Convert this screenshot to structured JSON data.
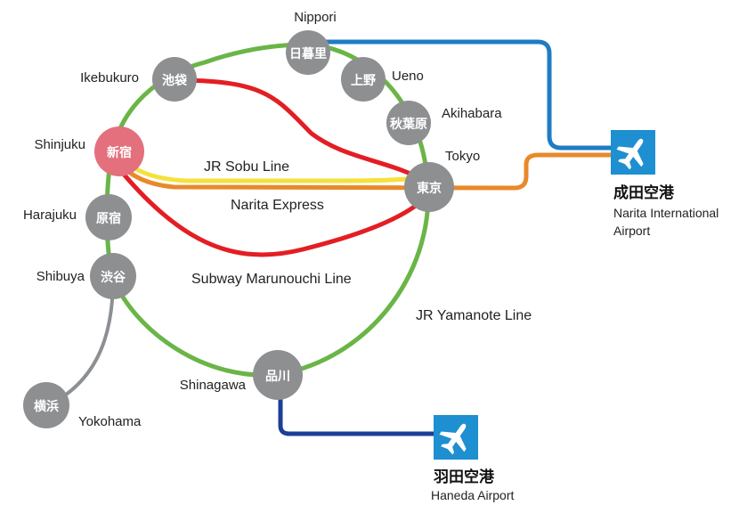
{
  "colors": {
    "yamanote": "#6ab547",
    "sobu": "#f5e13c",
    "narita_express": "#e8892a",
    "marunouchi": "#e31e24",
    "narita_link": "#1f7cc4",
    "haneda_link": "#1d3e96",
    "yokohama_link": "#8c8f93",
    "station": "#8e8f91",
    "shinjuku_station": "#e3707c",
    "airport_icon": "#1e8fd0"
  },
  "stations": {
    "nippori": {
      "jp": "日暮里",
      "en": "Nippori"
    },
    "ikebukuro": {
      "jp": "池袋",
      "en": "Ikebukuro"
    },
    "ueno": {
      "jp": "上野",
      "en": "Ueno"
    },
    "akihabara": {
      "jp": "秋葉原",
      "en": "Akihabara"
    },
    "shinjuku": {
      "jp": "新宿",
      "en": "Shinjuku"
    },
    "tokyo": {
      "jp": "東京",
      "en": "Tokyo"
    },
    "harajuku": {
      "jp": "原宿",
      "en": "Harajuku"
    },
    "shibuya": {
      "jp": "渋谷",
      "en": "Shibuya"
    },
    "shinagawa": {
      "jp": "品川",
      "en": "Shinagawa"
    },
    "yokohama": {
      "jp": "横浜",
      "en": "Yokohama"
    }
  },
  "lines": {
    "sobu": "JR Sobu Line",
    "narita_express": "Narita Express",
    "marunouchi": "Subway Marunouchi Line",
    "yamanote": "JR Yamanote Line"
  },
  "airports": {
    "narita": {
      "jp": "成田空港",
      "en_line1": "Narita International",
      "en_line2": "Airport",
      "icon": "airplane-icon"
    },
    "haneda": {
      "jp": "羽田空港",
      "en": "Haneda Airport",
      "icon": "airplane-icon"
    }
  }
}
